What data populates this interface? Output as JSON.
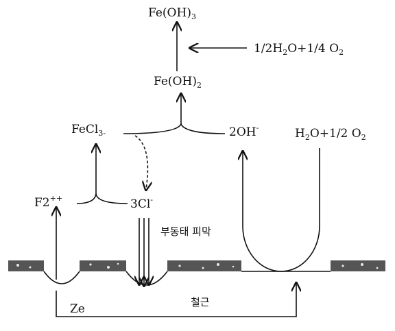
{
  "species": {
    "feoh3": {
      "main": "Fe(OH)",
      "sub": "3"
    },
    "reactant_top": {
      "p1": "1/2H",
      "s1": "2",
      "p2": "O+1/4 O",
      "s2": "2"
    },
    "feoh2": {
      "main": "Fe(OH)",
      "sub": "2"
    },
    "fecl3": {
      "main": "FeCl",
      "sub": "3-"
    },
    "hydroxide": {
      "main": "2OH",
      "sup": "-"
    },
    "water_oxygen": {
      "p1": "H",
      "s1": "2",
      "p2": "O+1/2 O",
      "s2": "2"
    },
    "iron_ion": {
      "main": "F2",
      "sup": "++"
    },
    "chloride": {
      "main": "3Cl",
      "sup": "-"
    }
  },
  "labels": {
    "passive_film": "부동태 피막",
    "zone": "Ze",
    "rebar": "철근"
  },
  "colors": {
    "ink": "#111111",
    "film": "#555555",
    "film_speck": "#e8e8e8"
  }
}
